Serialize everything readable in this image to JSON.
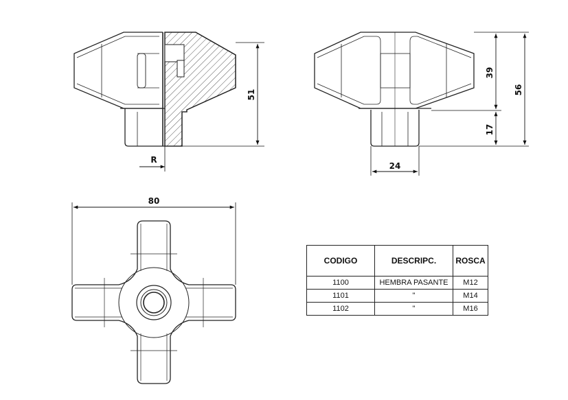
{
  "dimensions": {
    "height_top": "51",
    "radius": "R",
    "upper_height": "39",
    "total_height": "56",
    "lower_height": "17",
    "hub_width": "24",
    "overall_width": "80"
  },
  "table": {
    "headers": [
      "CODIGO",
      "DESCRIPC.",
      "ROSCA"
    ],
    "rows": [
      [
        "1100",
        "HEMBRA PASANTE",
        "M12"
      ],
      [
        "1101",
        "\"",
        "M14"
      ],
      [
        "1102",
        "\"",
        "M16"
      ]
    ]
  }
}
